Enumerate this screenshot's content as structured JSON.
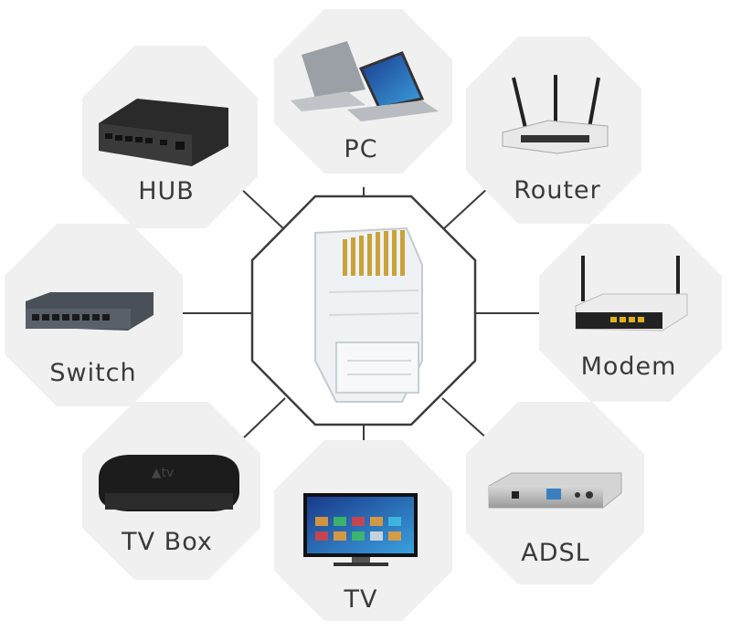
{
  "center": {
    "label": "",
    "icon": "rj45-connector-icon"
  },
  "devices": [
    {
      "id": "hub",
      "label": "HUB",
      "icon": "hub-icon"
    },
    {
      "id": "pc",
      "label": "PC",
      "icon": "laptop-icon"
    },
    {
      "id": "router",
      "label": "Router",
      "icon": "router-icon"
    },
    {
      "id": "switch",
      "label": "Switch",
      "icon": "switch-icon"
    },
    {
      "id": "modem",
      "label": "Modem",
      "icon": "modem-icon"
    },
    {
      "id": "tvbox",
      "label": "TV Box",
      "icon": "tv-box-icon"
    },
    {
      "id": "tv",
      "label": "TV",
      "icon": "tv-icon"
    },
    {
      "id": "adsl",
      "label": "ADSL",
      "icon": "adsl-modem-icon"
    }
  ],
  "colors": {
    "tile": "#f0f0f0",
    "outline": "#3c3c3c",
    "text": "#3a3a3a"
  }
}
